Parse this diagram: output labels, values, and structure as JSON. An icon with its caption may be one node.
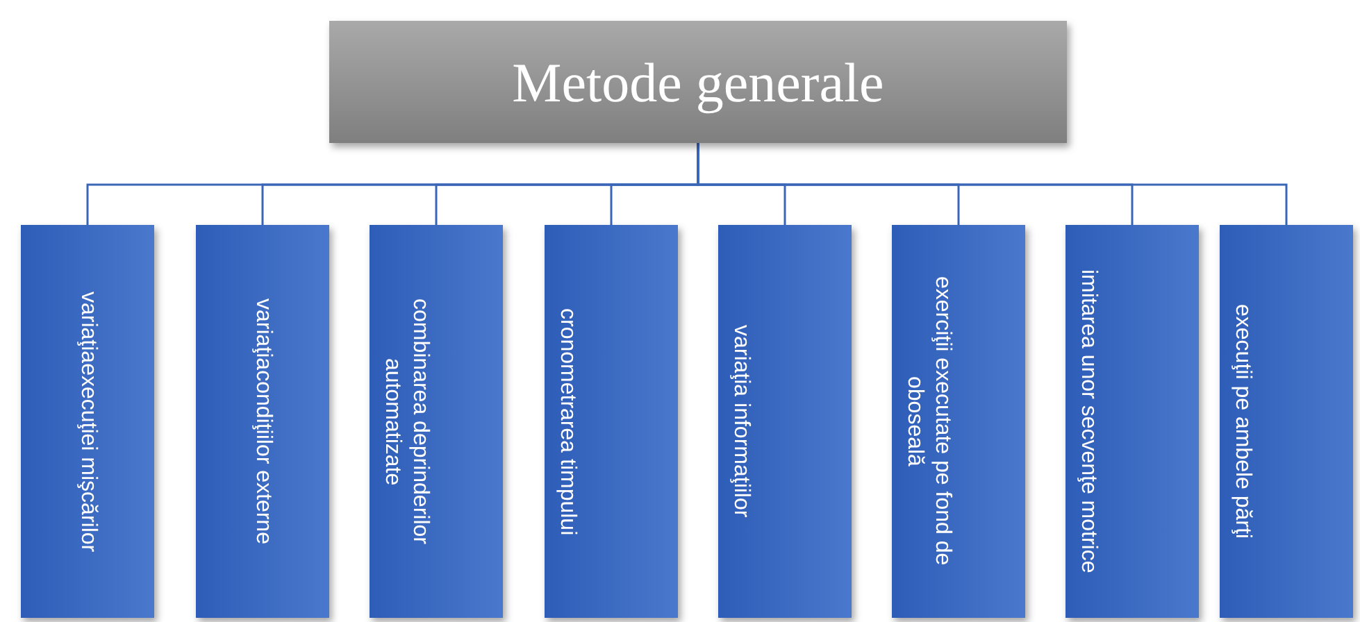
{
  "diagram": {
    "nodes": [
      {
        "text": [
          "Metode generale"
        ]
      },
      {
        "text": [
          "variaţiaexecuţiei mişcărilor"
        ]
      },
      {
        "text": [
          "variaţiacondiţiilor externe"
        ]
      },
      {
        "text": [
          "combinarea deprinderilor automatizate"
        ]
      },
      {
        "text": [
          "cronometrarea timpului"
        ]
      },
      {
        "text": [
          "variaţia informaţiilor"
        ]
      },
      {
        "text": [
          "exerciţii executate pe fond de oboseală"
        ]
      },
      {
        "text": [
          "imitarea unor secvenţe motrice"
        ]
      },
      {
        "text": [
          "execuţii pe ambele părţi"
        ]
      }
    ],
    "edges": [
      {
        "from": 0,
        "to": 1,
        "arrow": "none"
      },
      {
        "from": 0,
        "to": 2,
        "arrow": "none"
      },
      {
        "from": 0,
        "to": 3,
        "arrow": "none"
      },
      {
        "from": 0,
        "to": 4,
        "arrow": "none"
      },
      {
        "from": 0,
        "to": 5,
        "arrow": "none"
      },
      {
        "from": 0,
        "to": 6,
        "arrow": "none"
      },
      {
        "from": 0,
        "to": 7,
        "arrow": "none"
      },
      {
        "from": 0,
        "to": 8,
        "arrow": "none"
      }
    ]
  }
}
